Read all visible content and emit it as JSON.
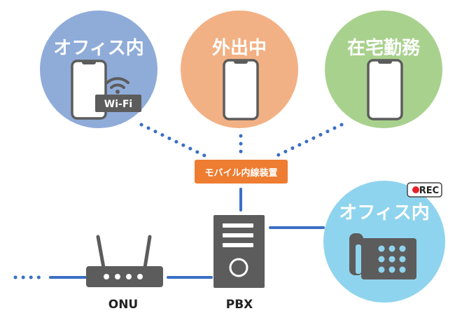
{
  "circles": {
    "office": {
      "label": "オフィス内",
      "color": "#8facd9"
    },
    "outside": {
      "label": "外出中",
      "color": "#f2b184"
    },
    "home": {
      "label": "在宅勤務",
      "color": "#a9d18e"
    },
    "office_phone": {
      "label": "オフィス内",
      "color": "#8fd4ee"
    }
  },
  "wifi_label": "Wi-Fi",
  "rec_label": "REC",
  "mobile_device_label": "モバイル内線装置",
  "onu_label": "ONU",
  "pbx_label": "PBX",
  "colors": {
    "line": "#3b6fc4",
    "device": "#5c5c5c",
    "orange": "#ee7d31",
    "rec_dot": "#e8202a"
  }
}
